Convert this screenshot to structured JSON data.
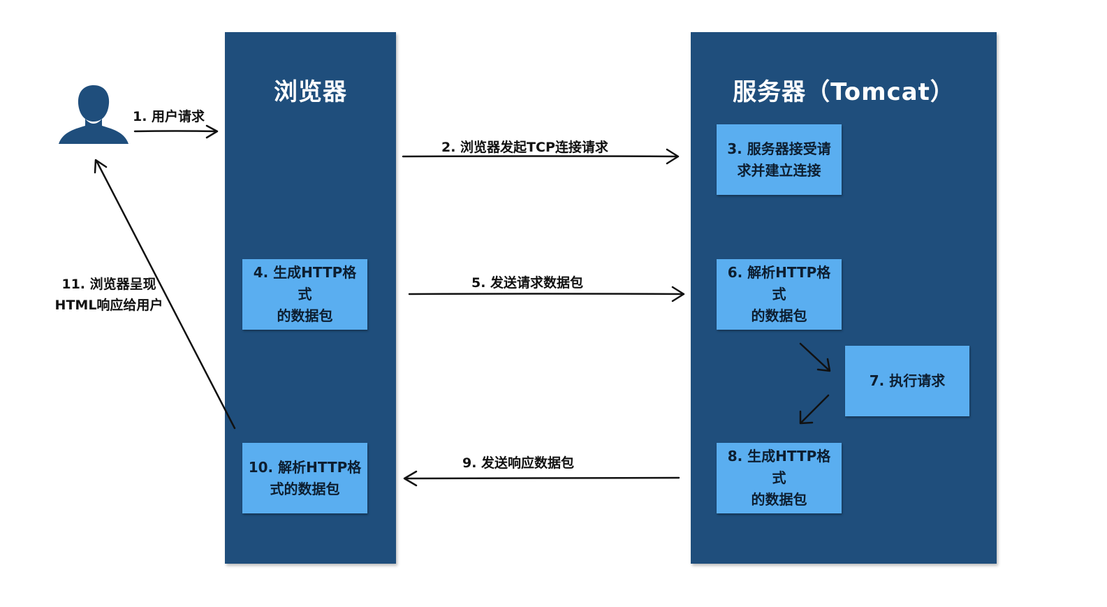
{
  "browser": {
    "title": "浏览器",
    "steps": {
      "s4": [
        "4. 生成HTTP格式",
        "的数据包"
      ],
      "s10": [
        "10. 解析HTTP格",
        "式的数据包"
      ]
    }
  },
  "server": {
    "title": "服务器（Tomcat）",
    "steps": {
      "s3": [
        "3. 服务器接受请",
        "求并建立连接"
      ],
      "s6": [
        "6. 解析HTTP格式",
        "的数据包"
      ],
      "s7": [
        "7. 执行请求"
      ],
      "s8": [
        "8. 生成HTTP格式",
        "的数据包"
      ]
    }
  },
  "arrows": {
    "a1": "1. 用户请求",
    "a2": "2. 浏览器发起TCP连接请求",
    "a5": "5. 发送请求数据包",
    "a9": "9. 发送响应数据包",
    "a11": [
      "11. 浏览器呈现",
      "HTML响应给用户"
    ]
  },
  "colors": {
    "panel": "#1f4e7c",
    "step_box": "#5aaef0",
    "user_icon": "#1f4e7c",
    "arrow": "#111111"
  },
  "icons": {
    "user": "user-silhouette-icon"
  }
}
